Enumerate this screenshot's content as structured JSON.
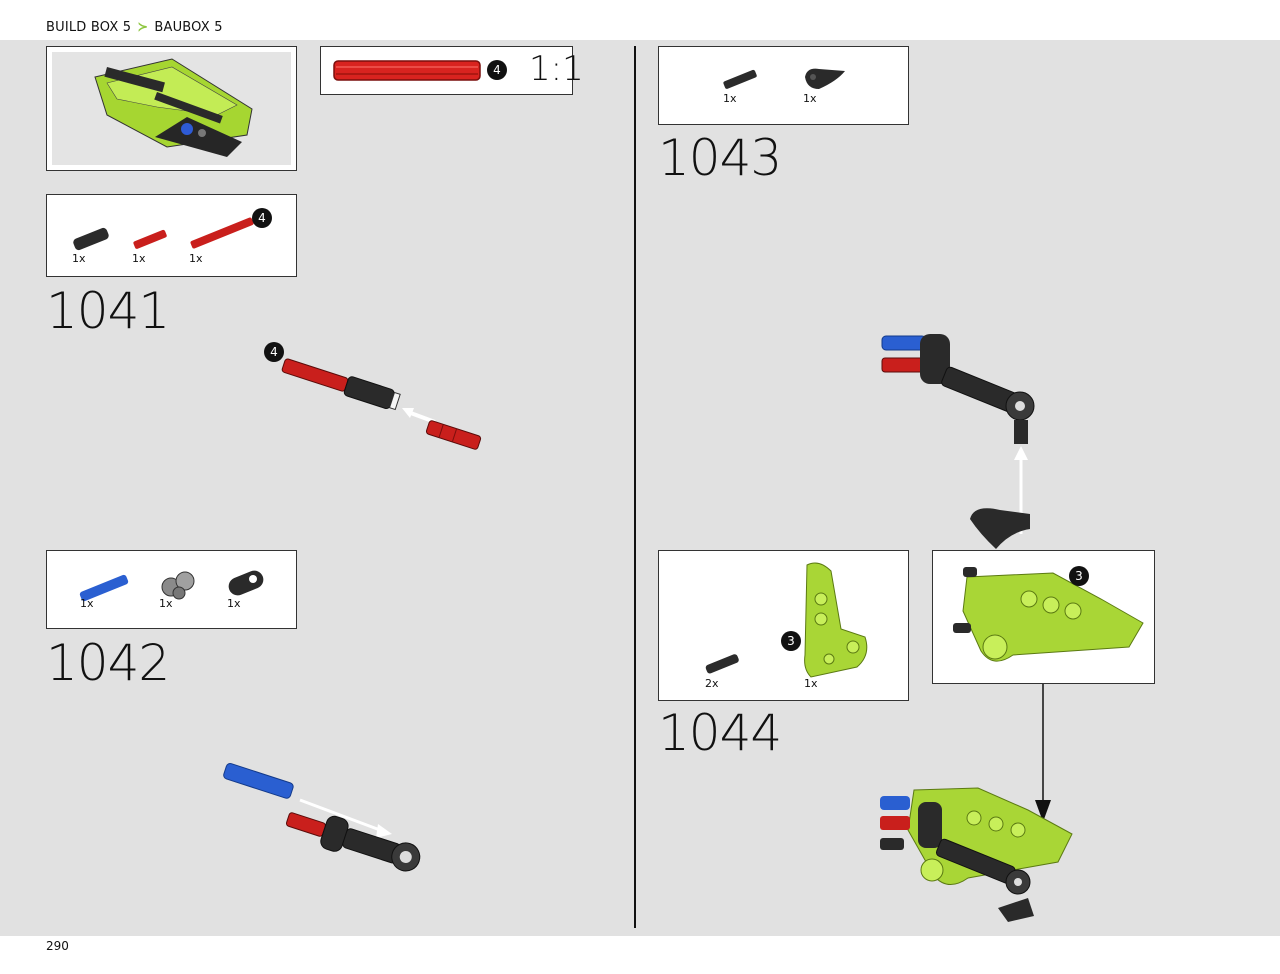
{
  "header": {
    "breadcrumb_en": "BUILD BOX 5",
    "breadcrumb_de": "BAUBOX 5"
  },
  "footer": {
    "page_number": "290"
  },
  "reference": {
    "length_badge": "4",
    "scale": "1:1"
  },
  "steps": [
    {
      "number": "1041",
      "parts": [
        {
          "qty": "1x",
          "icon": "black-connector-pin-icon"
        },
        {
          "qty": "1x",
          "icon": "red-axle-short-icon"
        },
        {
          "qty": "1x",
          "icon": "red-axle-4-icon",
          "badge": "4"
        }
      ],
      "callout_badge": "4"
    },
    {
      "number": "1042",
      "parts": [
        {
          "qty": "1x",
          "icon": "blue-axle-pin-icon"
        },
        {
          "qty": "1x",
          "icon": "axle-connector-icon"
        },
        {
          "qty": "1x",
          "icon": "black-beam-icon"
        }
      ]
    },
    {
      "number": "1043",
      "parts": [
        {
          "qty": "1x",
          "icon": "black-axle-pin-icon"
        },
        {
          "qty": "1x",
          "icon": "black-wedge-icon"
        }
      ]
    },
    {
      "number": "1044",
      "parts": [
        {
          "qty": "2x",
          "icon": "black-friction-pin-icon"
        },
        {
          "qty": "1x",
          "icon": "lime-panel-icon",
          "badge": "3"
        }
      ],
      "subassembly_badge": "3"
    }
  ]
}
